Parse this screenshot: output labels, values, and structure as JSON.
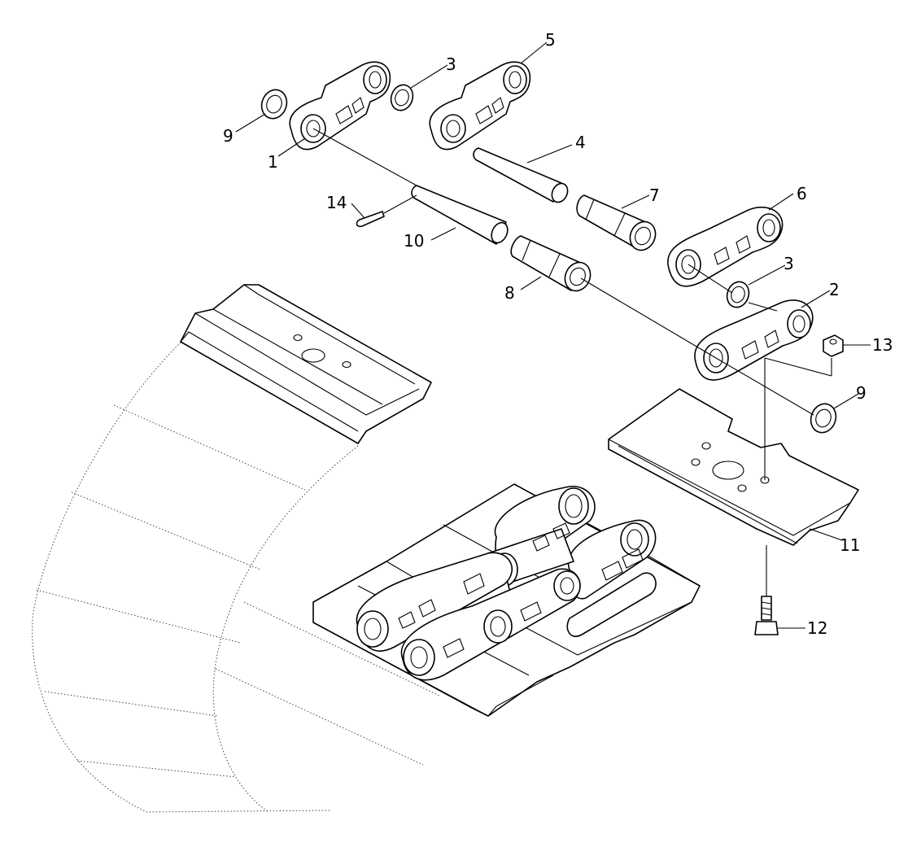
{
  "callouts": [
    {
      "id": "c1",
      "label": "1"
    },
    {
      "id": "c2",
      "label": "2"
    },
    {
      "id": "c3a",
      "label": "3"
    },
    {
      "id": "c3b",
      "label": "3"
    },
    {
      "id": "c4",
      "label": "4"
    },
    {
      "id": "c5",
      "label": "5"
    },
    {
      "id": "c6",
      "label": "6"
    },
    {
      "id": "c7",
      "label": "7"
    },
    {
      "id": "c8",
      "label": "8"
    },
    {
      "id": "c9a",
      "label": "9"
    },
    {
      "id": "c9b",
      "label": "9"
    },
    {
      "id": "c10",
      "label": "10"
    },
    {
      "id": "c11",
      "label": "11"
    },
    {
      "id": "c12",
      "label": "12"
    },
    {
      "id": "c13",
      "label": "13"
    },
    {
      "id": "c14",
      "label": "14"
    }
  ]
}
